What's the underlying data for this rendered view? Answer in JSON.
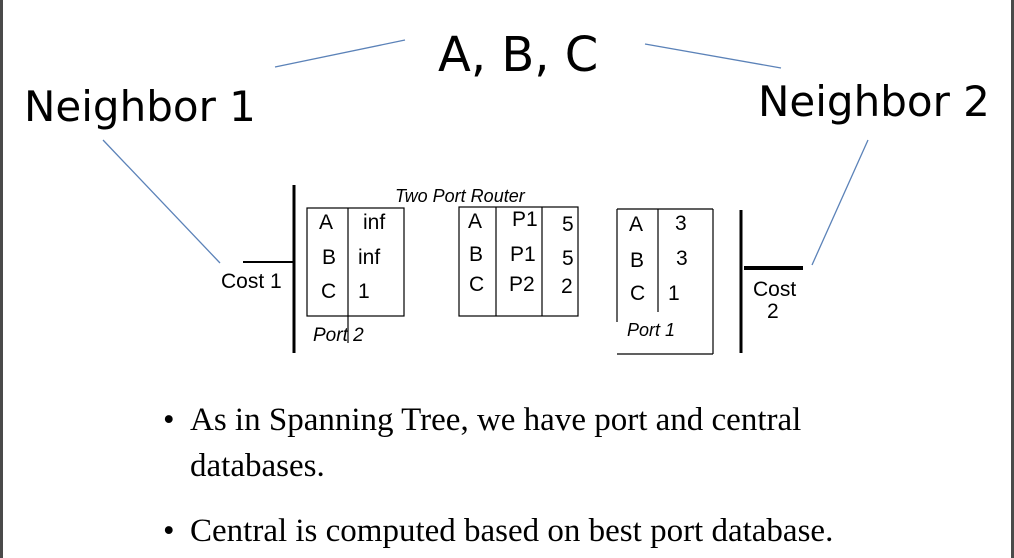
{
  "title": "A, B, C",
  "neighbor1": "Neighbor 1",
  "neighbor2": "Neighbor 2",
  "router_label": "Two Port Router",
  "cost1": "Cost 1",
  "cost2_line1": "Cost",
  "cost2_line2": "2",
  "port2_label": "Port 2",
  "port1_label": "Port 1",
  "port2_table": {
    "rows": [
      {
        "dest": "A",
        "cost": "inf"
      },
      {
        "dest": "B",
        "cost": "inf"
      },
      {
        "dest": "C",
        "cost": "1"
      }
    ]
  },
  "central_table": {
    "rows": [
      {
        "dest": "A",
        "port": "P1",
        "cost": "5"
      },
      {
        "dest": "B",
        "port": "P1",
        "cost": "5"
      },
      {
        "dest": "C",
        "port": "P2",
        "cost": "2"
      }
    ]
  },
  "port1_table": {
    "rows": [
      {
        "dest": "A",
        "cost": "3"
      },
      {
        "dest": "B",
        "cost": "3"
      },
      {
        "dest": "C",
        "cost": "1"
      }
    ]
  },
  "bullets": [
    {
      "line1": "As in Spanning Tree, we have port and central",
      "line2": "databases."
    },
    {
      "line1": "Central is computed based on best port  database.",
      "line2": ""
    }
  ]
}
